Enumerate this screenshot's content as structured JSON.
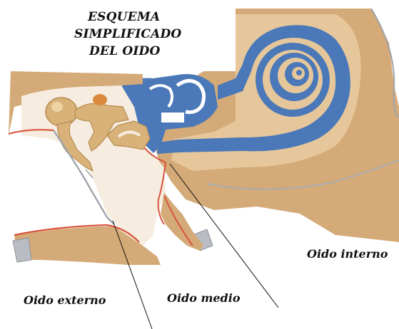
{
  "title": {
    "line1": "ESQUEMA",
    "line2": "SIMPLIFICADO",
    "line3": "DEL OIDO"
  },
  "labels": {
    "outer": "Oido externo",
    "middle": "Oido medio",
    "inner": "Oido interno"
  },
  "colors": {
    "tissue": "#d4aa78",
    "tissue_light": "#e6c79b",
    "bone": "#c9a26a",
    "fluid": "#4a78b8",
    "fluid_dark": "#3d67a6",
    "membrane": "#d9543e",
    "cartilage": "#b9bcc2",
    "cavity": "#f6ede0"
  }
}
